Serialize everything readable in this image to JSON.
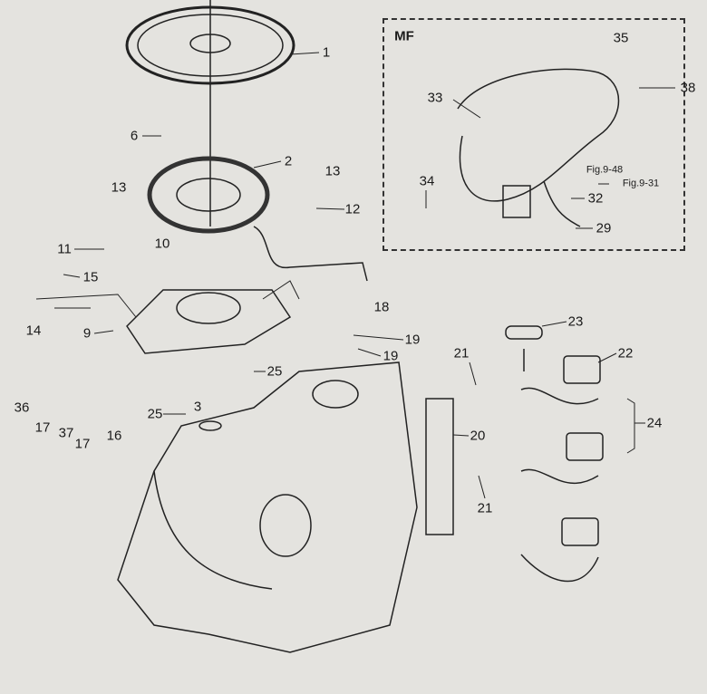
{
  "diagram": {
    "inset": {
      "title": "MF",
      "labels": [
        "35",
        "38",
        "33",
        "34",
        "Fig.9-48",
        "Fig.9-31",
        "32",
        "29"
      ]
    },
    "callouts": [
      "1",
      "2",
      "6",
      "13",
      "12",
      "13",
      "11",
      "10",
      "15",
      "14",
      "9",
      "18",
      "19",
      "19",
      "25",
      "3",
      "25",
      "36",
      "17",
      "37",
      "17",
      "16",
      "21",
      "20",
      "21",
      "23",
      "22",
      "24"
    ]
  }
}
